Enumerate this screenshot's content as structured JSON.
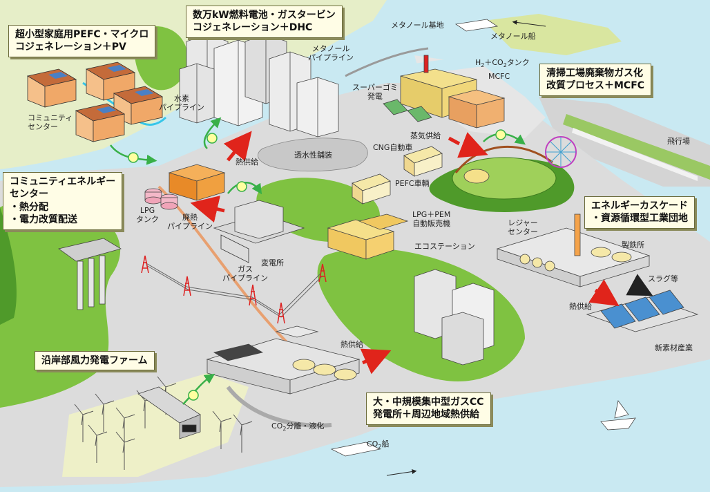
{
  "boxes": {
    "micro": "超小型家庭用PEFC・マイクロ\nコジェネレーション＋PV",
    "fuelcell": "数万kW燃料電池・ガスタービン\nコジェネレーション＋DHC",
    "cleaning": "清掃工場廃棄物ガス化\n改質プロセス＋MCFC",
    "community": "コミュニティエネルギー\nセンター\n・熱分配\n・電力改質配送",
    "cascade": "エネルギーカスケード\n・資源循環型工業団地",
    "wind": "沿岸部風力発電ファーム",
    "gascc": "大・中規模集中型ガスCC\n発電所＋周辺地域熱供給"
  },
  "labels": {
    "methanol_base": "メタノール基地",
    "methanol_ship": "メタノール船",
    "methanol_pipeline": "メタノール\nパイプライン",
    "hydrogen_pipeline": "水素\nパイプライン",
    "h2_tank_1": "H",
    "h2_tank_2": "2",
    "h2_tank_3": "＋CO",
    "h2_tank_4": "2",
    "h2_tank_5": "タンク",
    "mcfc": "MCFC",
    "super_garbage": "スーパーゴミ\n発電",
    "community_center": "コミュニティ\nセンター",
    "steam_supply": "蒸気供給",
    "cng_vehicle": "CNG自動車",
    "airport": "飛行場",
    "heat_supply_1": "熱供給",
    "permeable_pavement": "透水性舗装",
    "pefc_vehicle": "PEFC車輌",
    "lpg_tank": "LPG\nタンク",
    "waste_heat_pipeline": "廃熱\nパイプライン",
    "lpg_pem_vending": "LPG＋PEM\n自動販売機",
    "leisure_center": "レジャー\nセンター",
    "ecostation": "エコステーション",
    "substation": "変電所",
    "steelworks": "製鉄所",
    "gas_pipeline": "ガス\nパイプライン",
    "slag": "スラグ等",
    "heat_supply_2": "熱供給",
    "heat_supply_3": "熱供給",
    "new_materials": "新素材産業",
    "co2_separation_1": "CO",
    "co2_separation_2": "2",
    "co2_separation_3": "分離・液化",
    "co2_ship_1": "CO",
    "co2_ship_2": "2",
    "co2_ship_3": "船"
  },
  "colors": {
    "sea": "#c9e9f2",
    "land": "#dcdcdc",
    "greenery": "#7fc241",
    "dark_green": "#4f9a2a",
    "sand": "#eef0c8",
    "orange_plant": "#f5a34a",
    "arrow_red": "#e0241b",
    "green_link": "#38b048",
    "pylon_red": "#d22"
  }
}
